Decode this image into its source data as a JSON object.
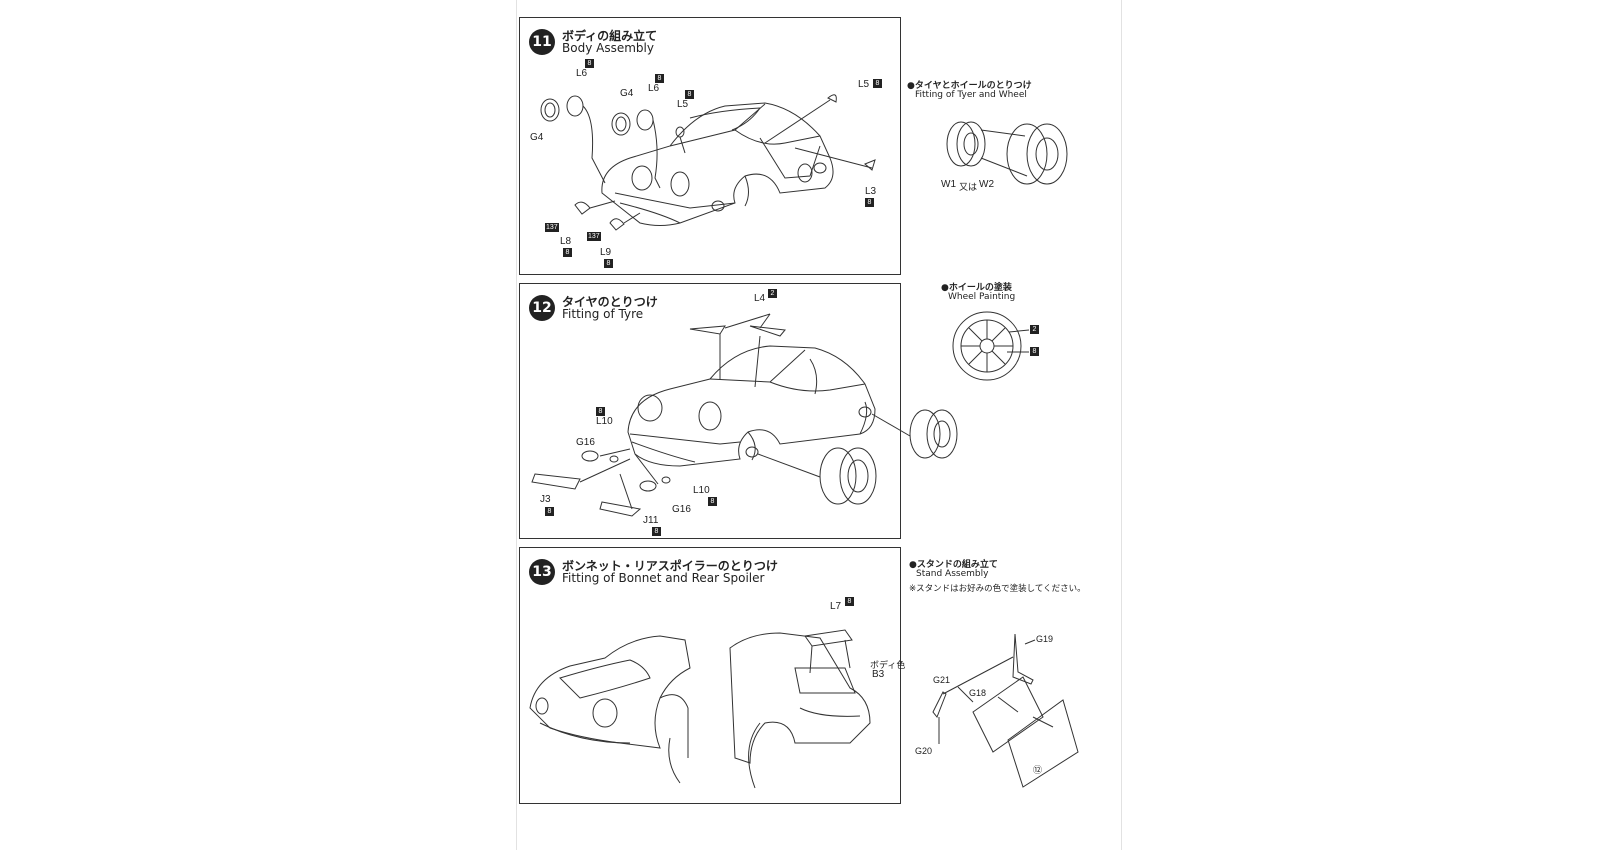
{
  "steps": [
    {
      "number": "11",
      "title_jp": "ボディの組み立て",
      "title_en": "Body Assembly",
      "labels": {
        "l6a": "L6",
        "l6a_code": "8",
        "g4a": "G4",
        "g4b": "G4",
        "l6b": "L6",
        "l6b_code": "8",
        "l5a": "L5",
        "l5a_code": "8",
        "l5b": "L5",
        "l5b_code": "8",
        "l3": "L3",
        "l3_code": "8",
        "l8": "L8",
        "l8_code": "8",
        "l8_tag": "137",
        "l9": "L9",
        "l9_code": "8",
        "l9_tag": "137"
      }
    },
    {
      "number": "12",
      "title_jp": "タイヤのとりつけ",
      "title_en": "Fitting of Tyre",
      "labels": {
        "l4": "L4",
        "l4_code": "2",
        "l10a": "L10",
        "l10a_code": "8",
        "g16a": "G16",
        "l10b": "L10",
        "l10b_code": "8",
        "g16b": "G16",
        "j3": "J3",
        "j3_code": "8",
        "j11": "J11",
        "j11_code": "8"
      }
    },
    {
      "number": "13",
      "title_jp": "ボンネット・リアスポイラーのとりつけ",
      "title_en": "Fitting of Bonnet and Rear Spoiler",
      "labels": {
        "l7": "L7",
        "l7_code": "8",
        "body_color": "ボディ色",
        "b3": "B3"
      }
    }
  ],
  "side_sections": [
    {
      "title_jp": "●タイヤとホイールのとりつけ",
      "title_en": "Fitting of Tyer and Wheel",
      "wheel_label": "W1",
      "or_text": "又は",
      "wheel_label2": "W2"
    },
    {
      "title_jp": "●ホイールの塗装",
      "title_en": "Wheel Painting",
      "code_1": "2",
      "code_2": "8"
    },
    {
      "title_jp": "●スタンドの組み立て",
      "title_en": "Stand Assembly",
      "note": "※スタンドはお好みの色で塗装してください。",
      "g19": "G19",
      "g21": "G21",
      "g18": "G18",
      "g20": "G20",
      "tag": "⑫"
    }
  ]
}
